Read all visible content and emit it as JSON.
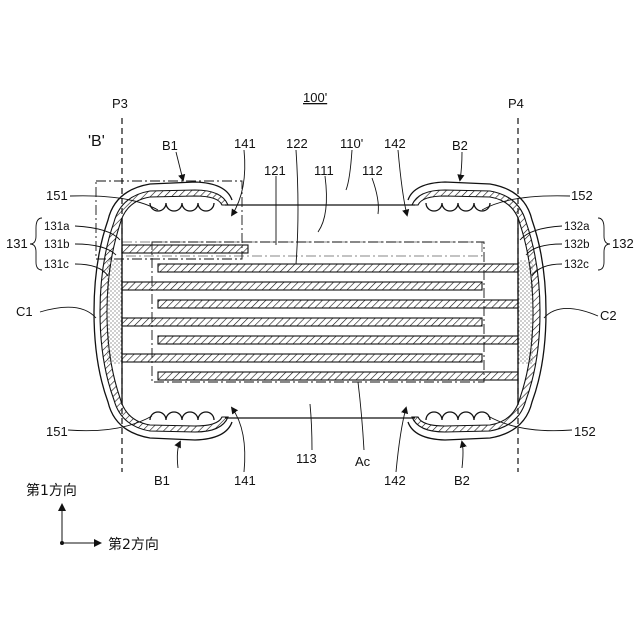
{
  "figure": {
    "title": "100'",
    "detail_callout": "'B'",
    "planes": {
      "left": "P3",
      "right": "P4"
    },
    "body_labels": {
      "body": "110'",
      "layer_121": "121",
      "layer_122": "122",
      "region_111": "111",
      "region_112": "112",
      "region_113": "113",
      "active": "Ac"
    },
    "top_labels": {
      "b1": "B1",
      "b2": "B2",
      "l141": "141",
      "l142": "142",
      "l151": "151",
      "l152": "152"
    },
    "bottom_labels": {
      "b1": "B1",
      "b2": "B2",
      "l141": "141",
      "l142": "142",
      "l151": "151",
      "l152": "152"
    },
    "left_electrode": {
      "group": "131",
      "a": "131a",
      "b": "131b",
      "c": "131c",
      "corner": "C1"
    },
    "right_electrode": {
      "group": "132",
      "a": "132a",
      "b": "132b",
      "c": "132c",
      "corner": "C2"
    },
    "axes": {
      "first_direction": "第1方向",
      "second_direction": "第2方向"
    }
  }
}
